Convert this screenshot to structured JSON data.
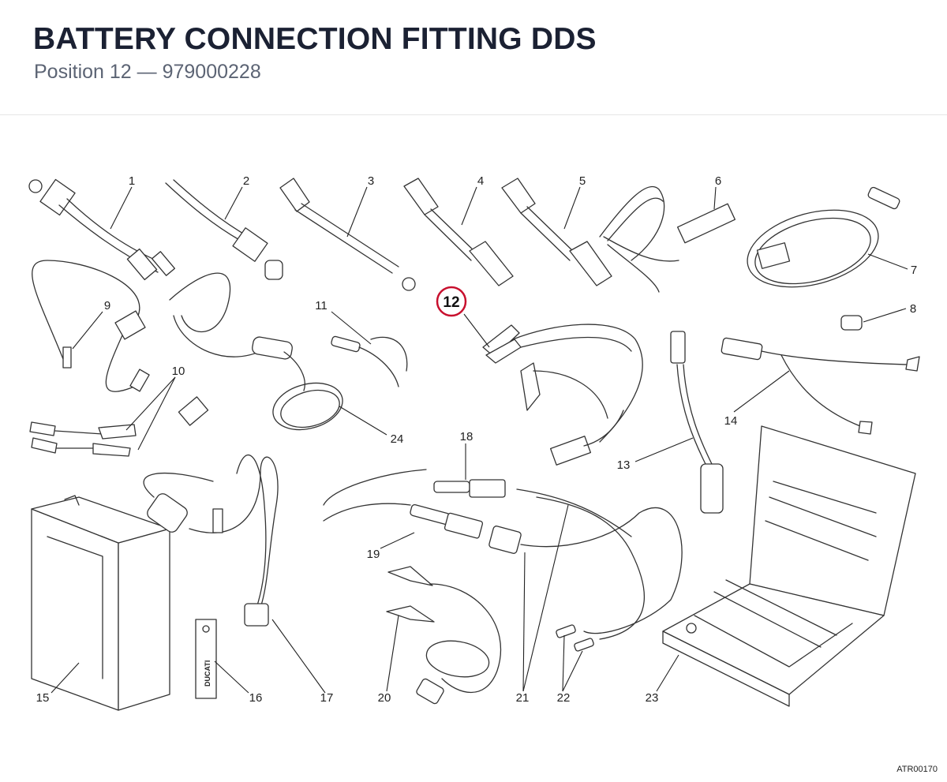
{
  "header": {
    "title": "BATTERY CONNECTION FITTING DDS",
    "subtitle": "Position 12 — 979000228"
  },
  "highlight": {
    "label": "12",
    "ring_color": "#c8102e"
  },
  "callouts": [
    "1",
    "2",
    "3",
    "4",
    "5",
    "6",
    "7",
    "8",
    "9",
    "10",
    "11",
    "13",
    "14",
    "15",
    "16",
    "17",
    "18",
    "19",
    "20",
    "21",
    "22",
    "23",
    "24"
  ],
  "tag_text": "DUCATI",
  "reference_code": "ATR00170"
}
